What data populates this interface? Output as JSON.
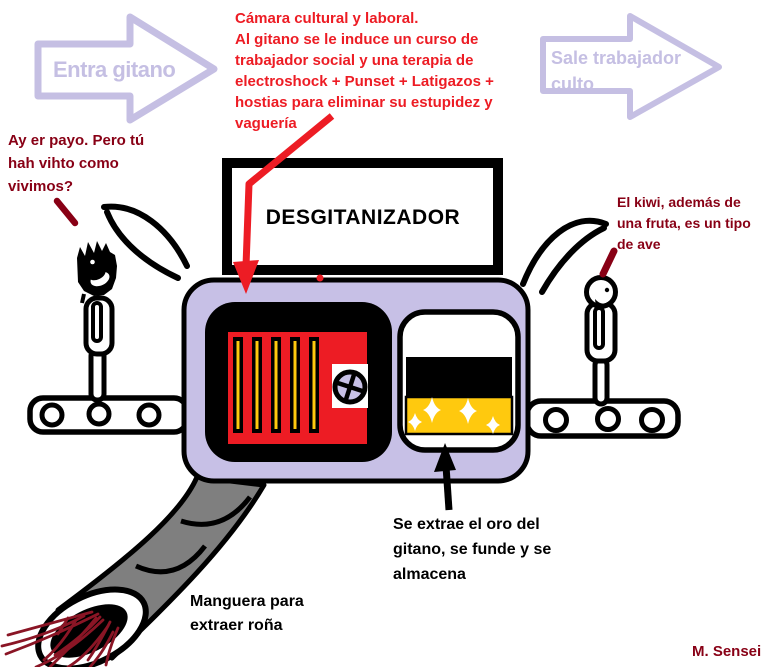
{
  "machine": {
    "title": "DESGITANIZADOR"
  },
  "arrow_in": {
    "label": "Entra gitano"
  },
  "arrow_out": {
    "label": "Sale trabajador\nculto"
  },
  "annotations": {
    "chamber": "Cámara cultural y laboral.\nAl gitano se le induce un curso de\ntrabajador social y una terapia de\nelectroshock + Punset + Latigazos +\nhostias para eliminar su estupidez y\nvaguería",
    "gypsy_speech": "Ay er payo. Pero tú\nhah vihto como\nvivimos?",
    "worker_speech": "El kiwi, además de\nuna fruta, es un tipo\nde ave",
    "gold_note": "Se extrae el oro del\ngitano, se funde y se\nalmacena",
    "hose_note": "Manguera para\nextraer roña",
    "signature": "M. Sensei"
  },
  "palette": {
    "lavender": "#c7c0e6",
    "red": "#ed1c24",
    "dark_red": "#880015",
    "gold": "#ffc90e",
    "hose_gray": "#7f7f7f",
    "black": "#000000",
    "white": "#ffffff"
  }
}
